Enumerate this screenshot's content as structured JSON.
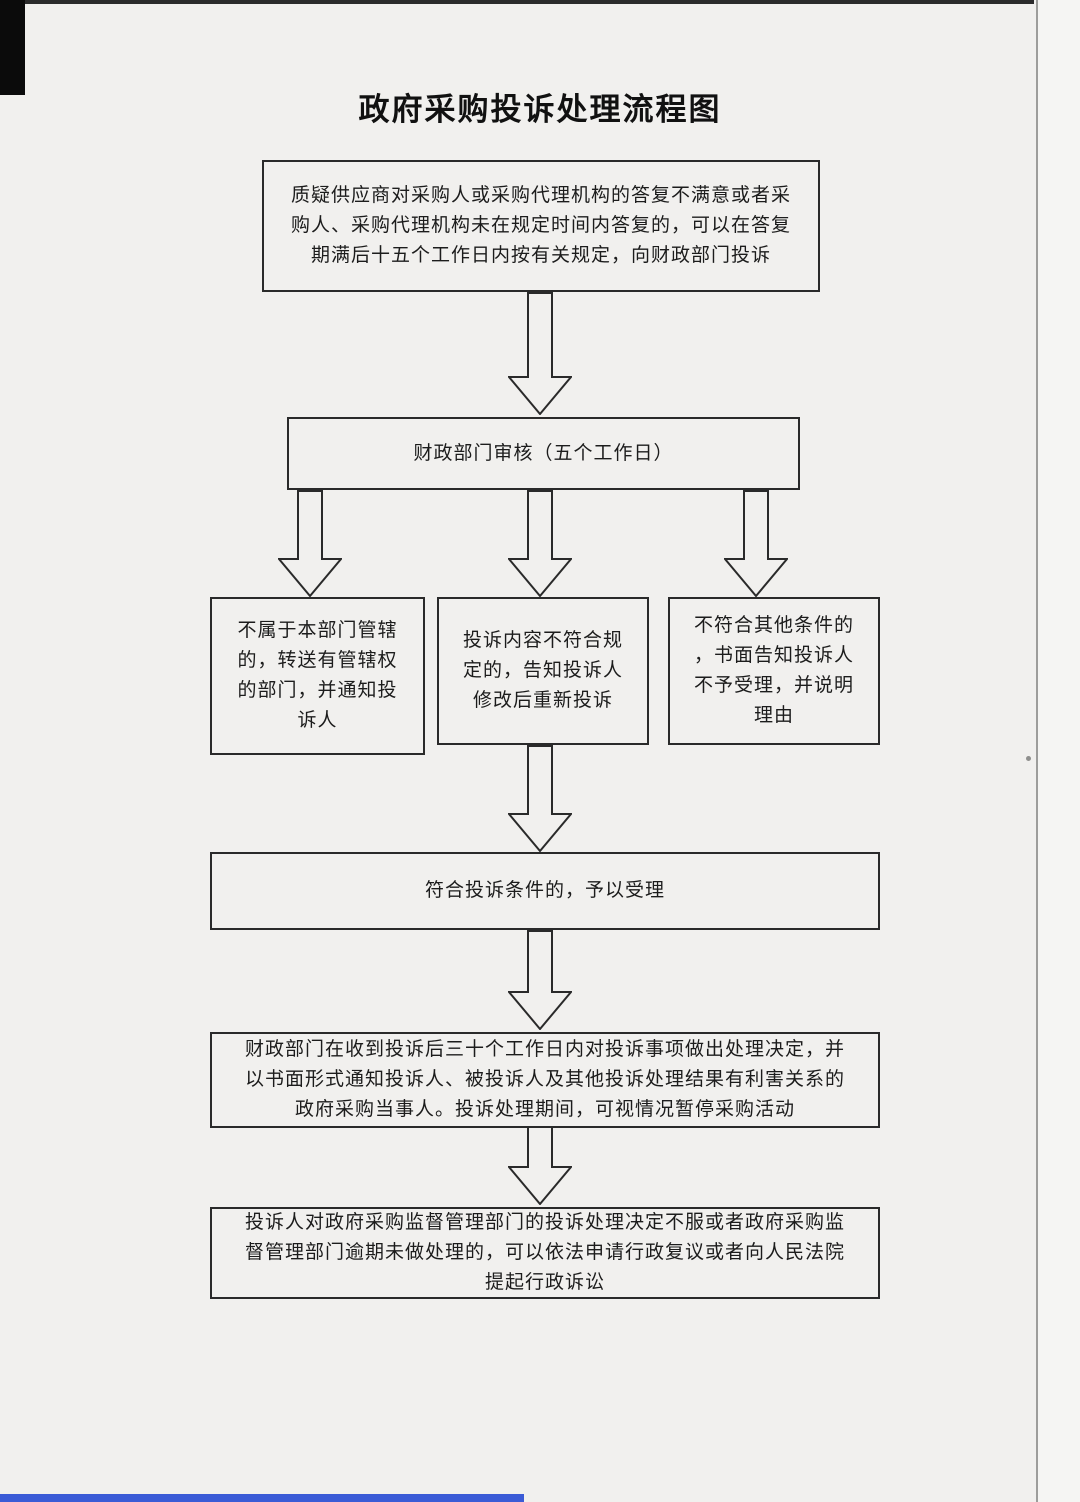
{
  "page": {
    "title": "政府采购投诉处理流程图"
  },
  "flowchart": {
    "boxes": [
      {
        "id": "complaint-source",
        "text": "质疑供应商对采购人或采购代理机构的答复不满意或者采\n购人、采购代理机构未在规定时间内答复的，可以在答复\n期满后十五个工作日内按有关规定，向财政部门投诉"
      },
      {
        "id": "finance-review",
        "text": "财政部门审核（五个工作日）"
      },
      {
        "id": "not-jurisdiction",
        "text": "不属于本部门管辖\n的，转送有管辖权\n的部门，并通知投\n诉人"
      },
      {
        "id": "content-nonconforming",
        "text": "投诉内容不符合规\n定的，告知投诉人\n修改后重新投诉"
      },
      {
        "id": "other-conditions-rejected",
        "text": "不符合其他条件的\n，书面告知投诉人\n不予受理，并说明\n理由"
      },
      {
        "id": "accepted",
        "text": "符合投诉条件的，予以受理"
      },
      {
        "id": "handling-decision",
        "text": "财政部门在收到投诉后三十个工作日内对投诉事项做出处理决定，并\n以书面形式通知投诉人、被投诉人及其他投诉处理结果有利害关系的\n政府采购当事人。投诉处理期间，可视情况暂停采购活动"
      },
      {
        "id": "appeal-litigation",
        "text": "投诉人对政府采购监督管理部门的投诉处理决定不服或者政府采购监\n督管理部门逾期未做处理的，可以依法申请行政复议或者向人民法院\n提起行政诉讼"
      }
    ]
  },
  "colors": {
    "line": "#2a2a2a",
    "page_bg": "#f1f0ee",
    "scan_mark": "#0b0b0b",
    "bottom_strip": "#3b5bd6"
  }
}
